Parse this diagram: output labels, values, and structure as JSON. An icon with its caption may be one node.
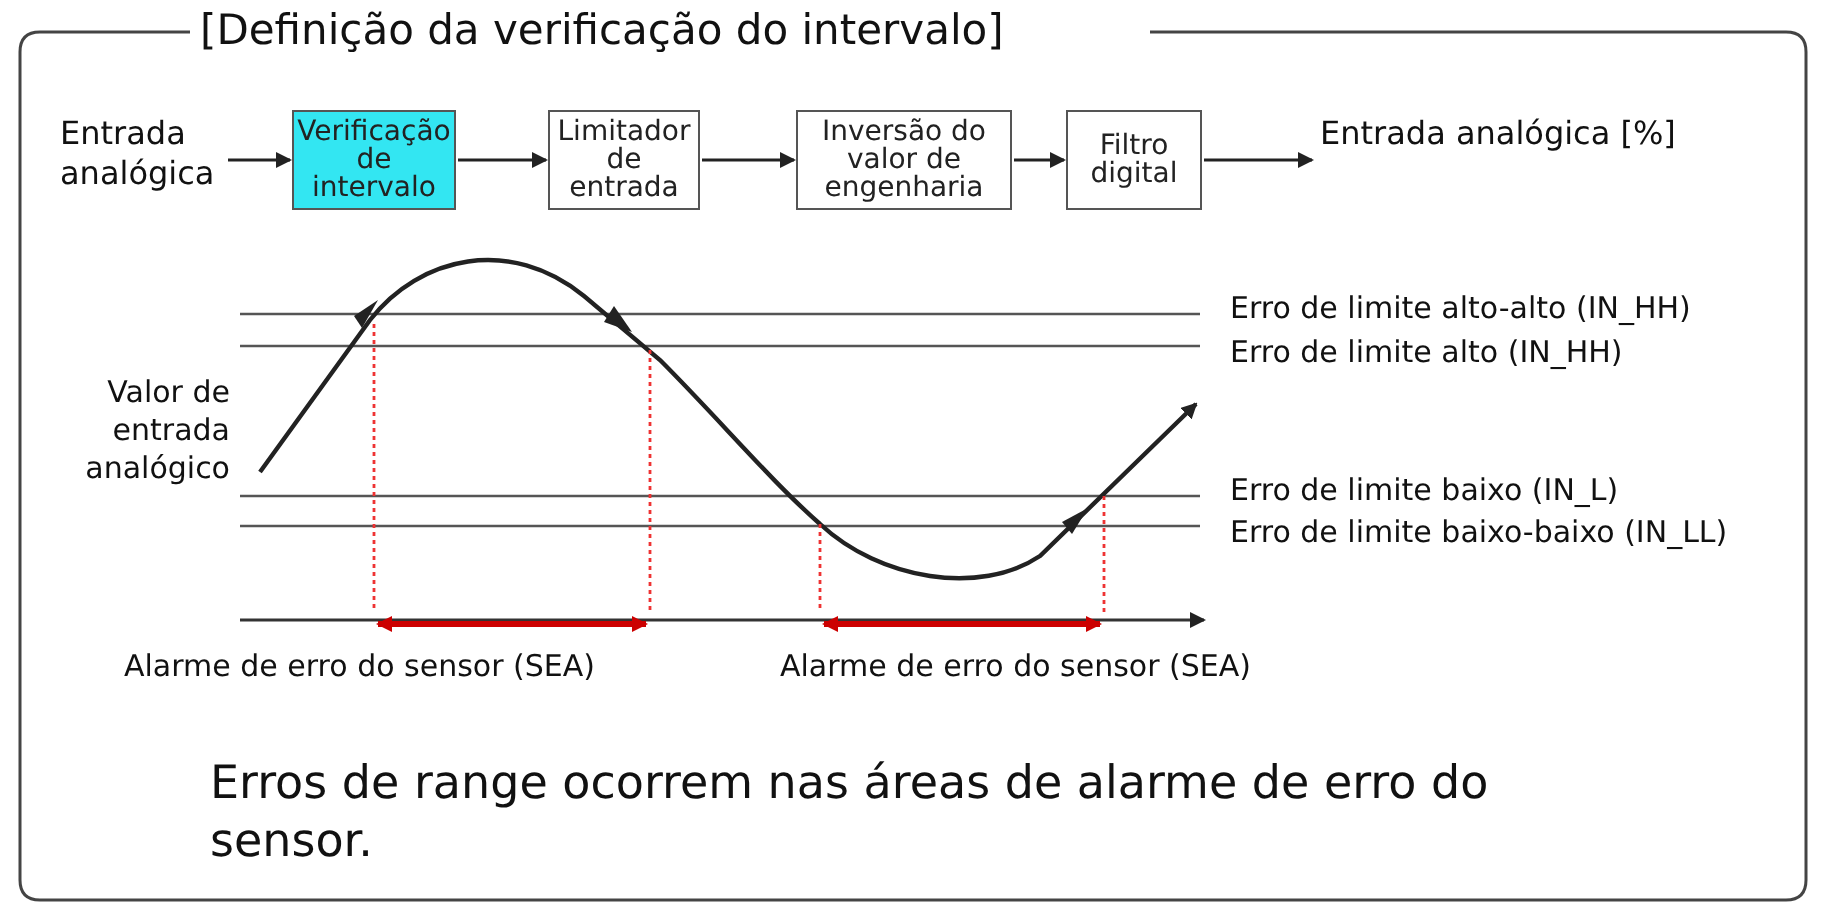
{
  "diagram": {
    "title": "[Definição da verificação do intervalo]",
    "caption": "Erros de range ocorrem nas áreas de alarme de erro do sensor.",
    "nodes": [
      {
        "text": [
          "Entrada analógica"
        ]
      },
      {
        "text": [
          "Verificação de intervalo"
        ]
      },
      {
        "text": [
          "Limitador de entrada"
        ]
      },
      {
        "text": [
          "Inversão do valor de engenharia"
        ]
      },
      {
        "text": [
          "Filtro digital"
        ]
      },
      {
        "text": [
          "Entrada analógica [%]"
        ]
      }
    ],
    "edges": [
      {
        "from": 0,
        "to": 1,
        "arrow": "to"
      },
      {
        "from": 1,
        "to": 2,
        "arrow": "to"
      },
      {
        "from": 2,
        "to": 3,
        "arrow": "to"
      },
      {
        "from": 3,
        "to": 4,
        "arrow": "to"
      },
      {
        "from": 4,
        "to": 5,
        "arrow": "to"
      }
    ],
    "labels": [
      "Valor de entrada analógico",
      "Erro de limite alto-alto (IN_HH)",
      "Erro de limite alto (IN_HH)",
      "Erro de limite baixo (IN_L)",
      "Erro de limite baixo-baixo (IN_LL)",
      "Alarme de erro do sensor (SEA)",
      "Alarme de erro do sensor (SEA)"
    ]
  }
}
